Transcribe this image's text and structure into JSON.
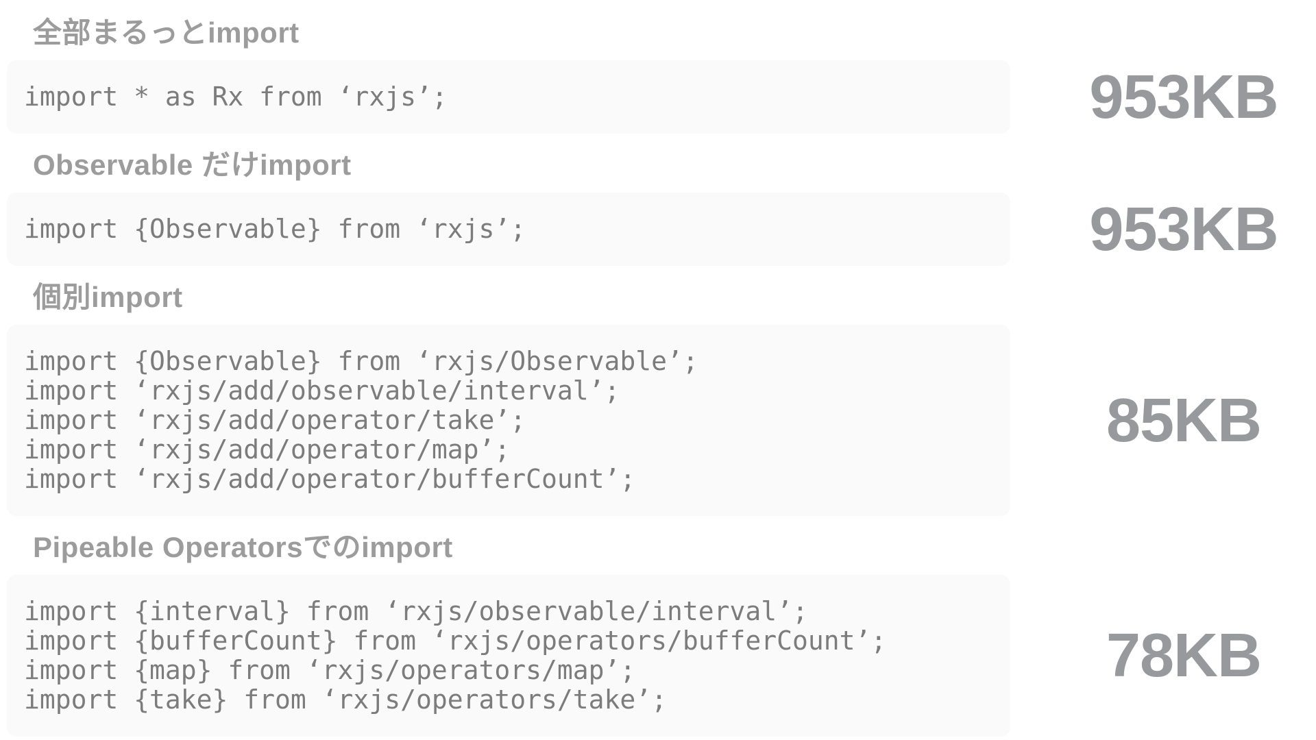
{
  "page": {
    "background_color": "#ffffff",
    "heading_color": "#9c9c9c",
    "code_text_color": "#7c7c7c",
    "code_block_background": "#fafafa",
    "size_label_color": "#97999c"
  },
  "sections": [
    {
      "heading": "全部まるっとimport",
      "code_lines": [
        "import * as Rx from ‘rxjs’;"
      ],
      "size": "953KB"
    },
    {
      "heading": "Observable だけimport",
      "code_lines": [
        "import {Observable} from ‘rxjs’;"
      ],
      "size": "953KB"
    },
    {
      "heading": "個別import",
      "code_lines": [
        "import {Observable} from ‘rxjs/Observable’;",
        "import ‘rxjs/add/observable/interval’;",
        "import ‘rxjs/add/operator/take’;",
        "import ‘rxjs/add/operator/map’;",
        "import ‘rxjs/add/operator/bufferCount’;"
      ],
      "size": "85KB"
    },
    {
      "heading": "Pipeable Operatorsでのimport",
      "code_lines": [
        "import {interval} from ‘rxjs/observable/interval’;",
        "import {bufferCount} from ‘rxjs/operators/bufferCount’;",
        "import {map} from ‘rxjs/operators/map’;",
        "import {take} from ‘rxjs/operators/take’;"
      ],
      "size": "78KB"
    }
  ]
}
